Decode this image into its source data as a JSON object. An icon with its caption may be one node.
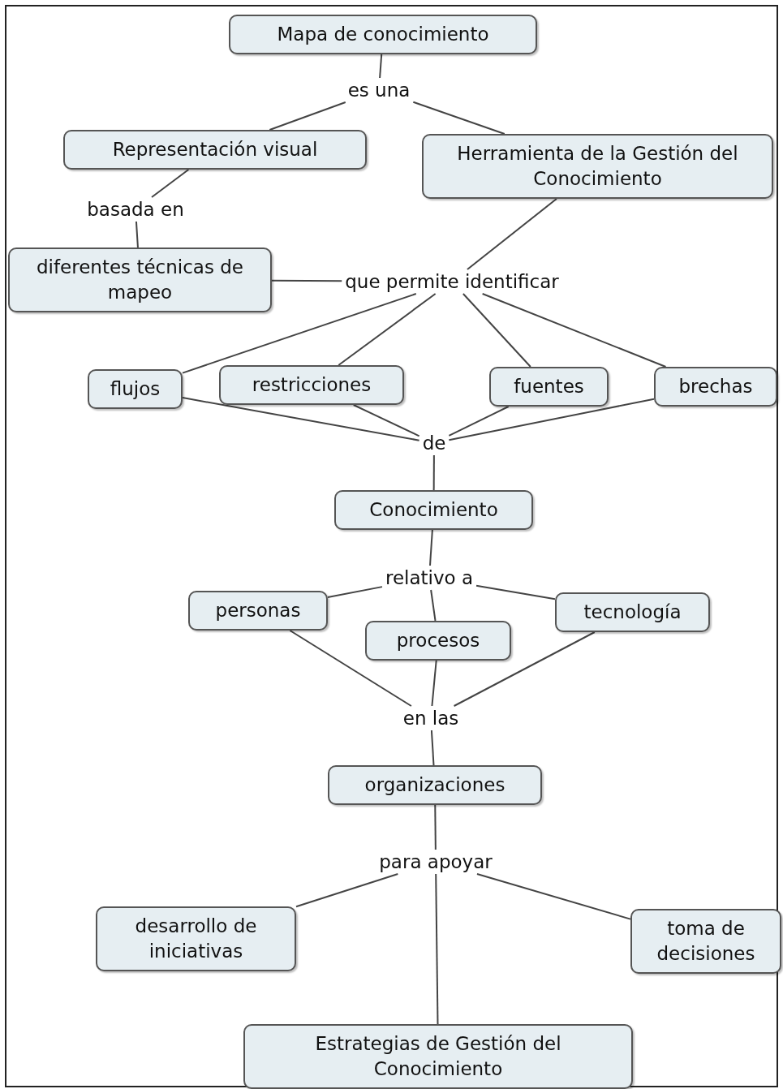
{
  "diagram": {
    "nodes": [
      {
        "text": [
          "Mapa de conocimiento"
        ]
      },
      {
        "text": [
          "es una"
        ]
      },
      {
        "text": [
          "Representación visual"
        ]
      },
      {
        "text": [
          "Herramienta de la Gestión del Conocimiento"
        ]
      },
      {
        "text": [
          "basada en"
        ]
      },
      {
        "text": [
          "diferentes técnicas de mapeo"
        ]
      },
      {
        "text": [
          "que permite identificar"
        ]
      },
      {
        "text": [
          "flujos"
        ]
      },
      {
        "text": [
          "restricciones"
        ]
      },
      {
        "text": [
          "fuentes"
        ]
      },
      {
        "text": [
          "brechas"
        ]
      },
      {
        "text": [
          "de"
        ]
      },
      {
        "text": [
          "Conocimiento"
        ]
      },
      {
        "text": [
          "relativo a"
        ]
      },
      {
        "text": [
          "personas"
        ]
      },
      {
        "text": [
          "procesos"
        ]
      },
      {
        "text": [
          "tecnología"
        ]
      },
      {
        "text": [
          "en las"
        ]
      },
      {
        "text": [
          "organizaciones"
        ]
      },
      {
        "text": [
          "para  apoyar"
        ]
      },
      {
        "text": [
          "desarrollo de iniciativas"
        ]
      },
      {
        "text": [
          "toma de decisiones"
        ]
      },
      {
        "text": [
          "Estrategias de Gestión del Conocimiento"
        ]
      }
    ],
    "edges": [
      {
        "from": 0,
        "to": 1,
        "arrow": "none"
      },
      {
        "from": 1,
        "to": 2,
        "arrow": "none"
      },
      {
        "from": 1,
        "to": 3,
        "arrow": "none"
      },
      {
        "from": 2,
        "to": 4,
        "arrow": "none"
      },
      {
        "from": 4,
        "to": 5,
        "arrow": "none"
      },
      {
        "from": 5,
        "to": 6,
        "arrow": "none"
      },
      {
        "from": 3,
        "to": 6,
        "arrow": "none"
      },
      {
        "from": 6,
        "to": 7,
        "arrow": "none"
      },
      {
        "from": 6,
        "to": 8,
        "arrow": "none"
      },
      {
        "from": 6,
        "to": 9,
        "arrow": "none"
      },
      {
        "from": 6,
        "to": 10,
        "arrow": "none"
      },
      {
        "from": 7,
        "to": 11,
        "arrow": "none"
      },
      {
        "from": 8,
        "to": 11,
        "arrow": "none"
      },
      {
        "from": 9,
        "to": 11,
        "arrow": "none"
      },
      {
        "from": 10,
        "to": 11,
        "arrow": "none"
      },
      {
        "from": 11,
        "to": 12,
        "arrow": "none"
      },
      {
        "from": 12,
        "to": 13,
        "arrow": "none"
      },
      {
        "from": 13,
        "to": 14,
        "arrow": "none"
      },
      {
        "from": 13,
        "to": 15,
        "arrow": "none"
      },
      {
        "from": 13,
        "to": 16,
        "arrow": "none"
      },
      {
        "from": 14,
        "to": 17,
        "arrow": "none"
      },
      {
        "from": 15,
        "to": 17,
        "arrow": "none"
      },
      {
        "from": 16,
        "to": 17,
        "arrow": "none"
      },
      {
        "from": 17,
        "to": 18,
        "arrow": "none"
      },
      {
        "from": 18,
        "to": 19,
        "arrow": "none"
      },
      {
        "from": 19,
        "to": 20,
        "arrow": "none"
      },
      {
        "from": 19,
        "to": 21,
        "arrow": "none"
      },
      {
        "from": 19,
        "to": 22,
        "arrow": "none"
      }
    ]
  }
}
